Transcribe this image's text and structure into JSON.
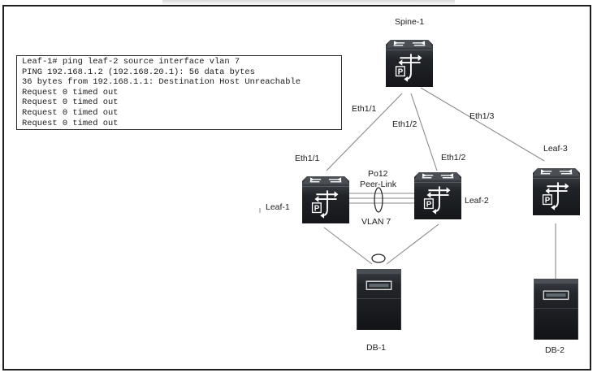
{
  "console": {
    "lines": [
      "Leaf-1# ping leaf-2 source interface vlan 7",
      "PING 192.168.1.2 (192.168.20.1): 56 data bytes",
      "36 bytes from 192.168.1.1: Destination Host Unreachable",
      "Request 0 timed out",
      "Request 0 timed out",
      "Request 0 timed out",
      "Request 0 timed out"
    ]
  },
  "devices": {
    "spine1": "Spine-1",
    "leaf1": "Leaf-1",
    "leaf2": "Leaf-2",
    "leaf3": "Leaf-3",
    "db1": "DB-1",
    "db2": "DB-2"
  },
  "links": {
    "spine_eth11": "Eth1/1",
    "spine_eth12": "Eth1/2",
    "spine_eth13": "Eth1/3",
    "leaf1_eth11": "Eth1/1",
    "leaf2_eth12": "Eth1/2",
    "po12": "Po12",
    "peer_link": "Peer-Link",
    "vlan7": "VLAN 7"
  },
  "colors": {
    "switch_body": "#1f2226",
    "server_body": "#202327",
    "link": "#8a8a8a"
  }
}
